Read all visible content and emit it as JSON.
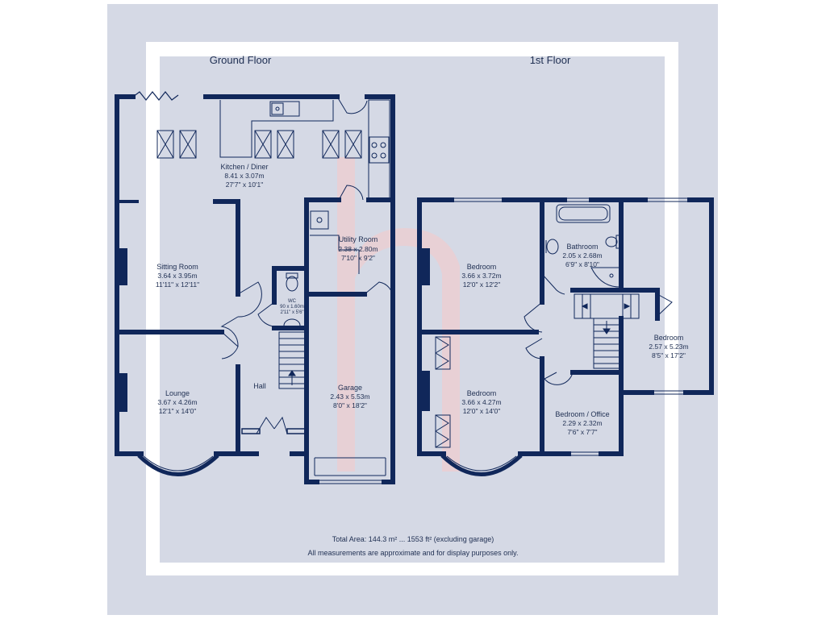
{
  "floors": {
    "ground": "Ground Floor",
    "first": "1st Floor"
  },
  "rooms": {
    "kitchen": {
      "name": "Kitchen / Diner",
      "metric": "8.41 x 3.07m",
      "imperial": "27'7\" x 10'1\""
    },
    "utility": {
      "name": "Utility Room",
      "metric": "2.38 x 2.80m",
      "imperial": "7'10\" x 9'2\""
    },
    "sitting": {
      "name": "Sitting Room",
      "metric": "3.64 x 3.95m",
      "imperial": "11'11\" x 12'11\""
    },
    "wc": {
      "name": "WC",
      "metric": "90 x 1.60m",
      "imperial": "2'11\" x 5'6\""
    },
    "lounge": {
      "name": "Lounge",
      "metric": "3.67 x 4.26m",
      "imperial": "12'1\" x 14'0\""
    },
    "hall": {
      "name": "Hall"
    },
    "garage": {
      "name": "Garage",
      "metric": "2.43 x 5.53m",
      "imperial": "8'0\" x 18'2\""
    },
    "bedroom1": {
      "name": "Bedroom",
      "metric": "3.66 x 3.72m",
      "imperial": "12'0\" x 12'2\""
    },
    "bathroom": {
      "name": "Bathroom",
      "metric": "2.05 x 2.68m",
      "imperial": "6'9\" x 8'10\""
    },
    "bedroom2": {
      "name": "Bedroom",
      "metric": "2.57 x 5.23m",
      "imperial": "8'5\" x 17'2\""
    },
    "bedroom3": {
      "name": "Bedroom",
      "metric": "3.66 x 4.27m",
      "imperial": "12'0\" x 14'0\""
    },
    "office": {
      "name": "Bedroom / Office",
      "metric": "2.29 x 2.32m",
      "imperial": "7'6\" x 7'7\""
    }
  },
  "footer": {
    "total_area": "Total Area: 144.3 m² ... 1553 ft² (excluding garage)",
    "disclaimer": "All measurements are approximate and for display purposes only."
  },
  "colors": {
    "wall": "#10275a",
    "background": "#d5d9e5",
    "watermark": "#f7c9c9",
    "text": "#1f2f52"
  },
  "icons": [
    "staircase-icon",
    "sink-icon",
    "toilet-icon",
    "bath-icon",
    "hob-icon",
    "skylight-icon",
    "shower-icon",
    "watermark-logo"
  ]
}
